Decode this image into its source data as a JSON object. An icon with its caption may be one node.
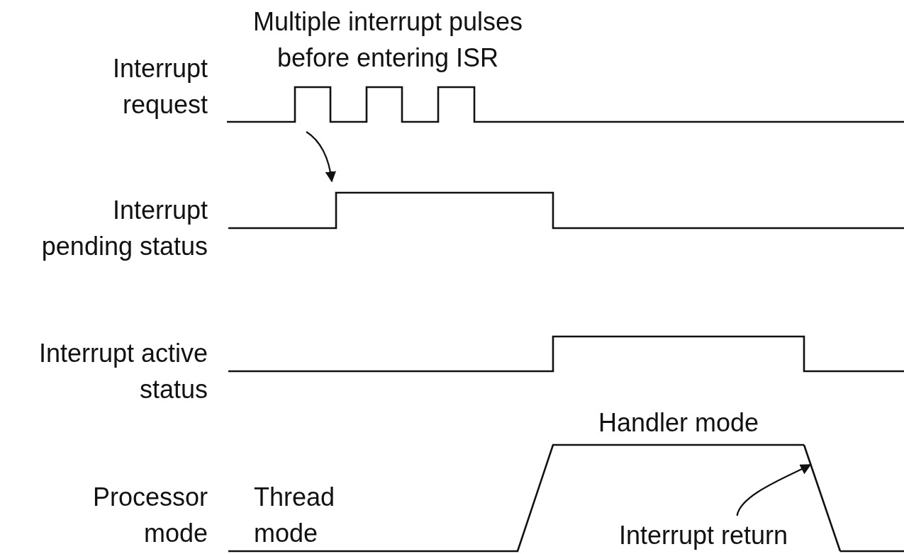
{
  "diagram": {
    "nodes": [
      {
        "text": [
          "Interrupt return"
        ]
      },
      {
        "text": [],
        "shape": "line"
      }
    ],
    "edges": [
      {
        "from": 0,
        "to": 1,
        "arrow": "to"
      }
    ],
    "labels": [
      "Multiple interrupt pulses before entering ISR",
      "Interrupt request",
      "Interrupt pending status",
      "Interrupt active status",
      "Handler mode",
      "Processor mode",
      "Thread mode"
    ]
  }
}
